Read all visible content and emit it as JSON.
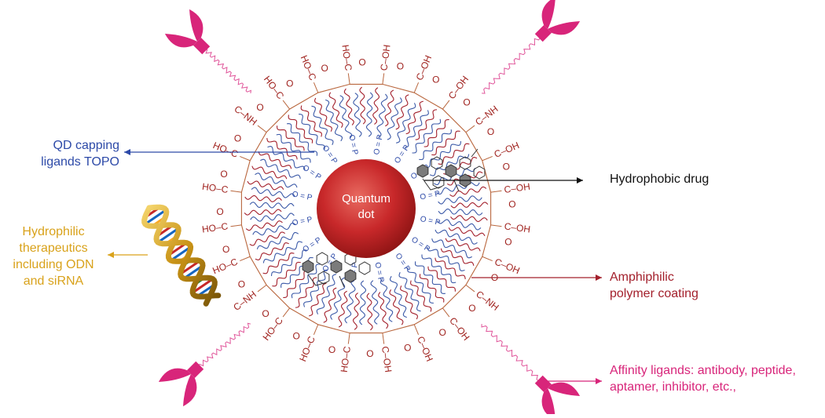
{
  "core": {
    "line1": "Quantum",
    "line2": "dot"
  },
  "labels": {
    "capping": {
      "lines": [
        "QD capping",
        "ligands TOPO"
      ]
    },
    "drug": {
      "lines": [
        "Hydrophobic drug"
      ]
    },
    "hydrophilic": {
      "lines": [
        "Hydrophilic",
        "therapeutics",
        "including ODN",
        "and siRNA"
      ]
    },
    "polymer": {
      "lines": [
        "Amphiphilic",
        "polymer coating"
      ]
    },
    "affinity": {
      "lines": [
        "Affinity ligands: antibody, peptide,",
        "aptamer, inhibitor, etc.,"
      ]
    }
  },
  "chem": {
    "acid": "C–OH",
    "carbonyl_o": "O",
    "ho": "HO–C",
    "amide": "C–NH",
    "ligand": "O = P"
  },
  "colors": {
    "capping": "#2d4aa8",
    "drug": "#111111",
    "hydrophilic": "#d9a21b",
    "polymer": "#a3202c",
    "affinity": "#d8257a",
    "core": "#c82828",
    "chem": "#a0231f",
    "tail_blue": "#3c5aa8",
    "tail_red": "#a3202c",
    "ligand_pink": "#e0559a"
  }
}
